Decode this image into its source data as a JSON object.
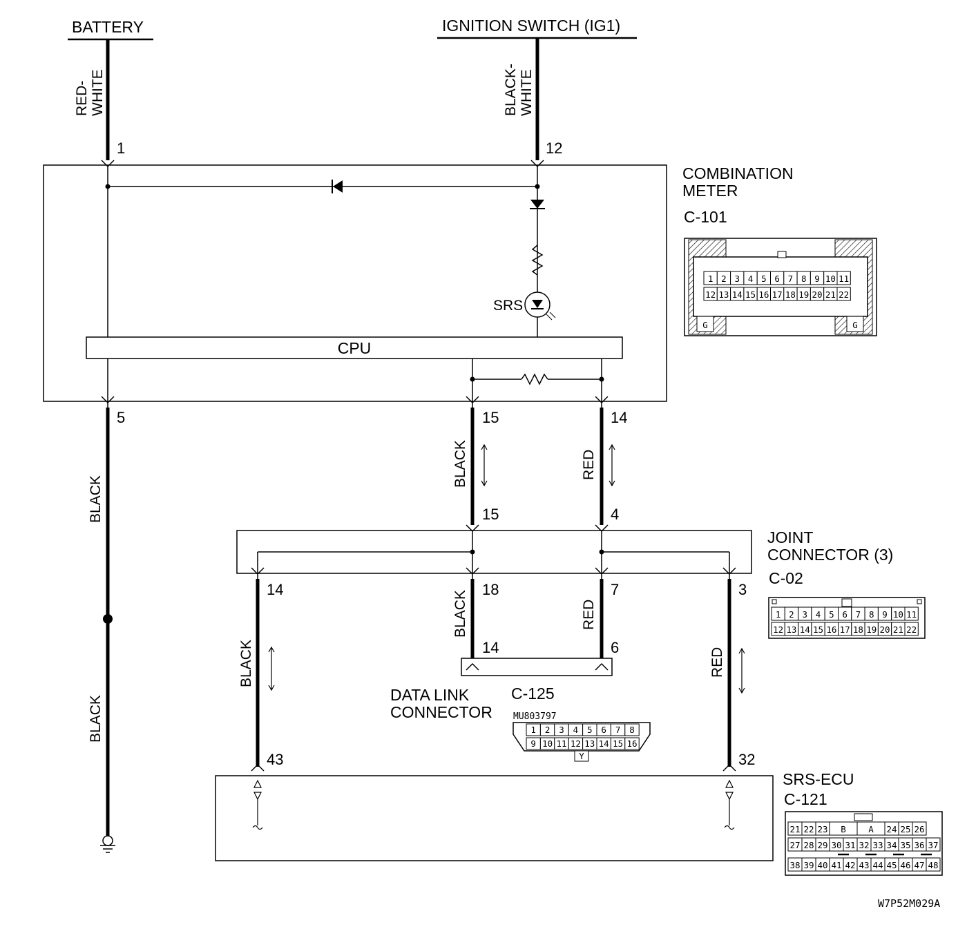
{
  "sources": {
    "battery": "BATTERY",
    "ignition": "IGNITION SWITCH (IG1)"
  },
  "combination_meter": {
    "name_line1": "COMBINATION",
    "name_line2": "METER",
    "code": "C-101",
    "cpu_label": "CPU",
    "srs_lamp_label": "SRS",
    "pins": {
      "battery": "1",
      "ignition": "12",
      "ground": "5",
      "p15": "15",
      "p14": "14"
    },
    "connector_row1": [
      "1",
      "2",
      "3",
      "4",
      "5",
      "6",
      "7",
      "8",
      "9",
      "10",
      "11"
    ],
    "connector_row2": [
      "12",
      "13",
      "14",
      "15",
      "16",
      "17",
      "18",
      "19",
      "20",
      "21",
      "22"
    ],
    "ground_marks": [
      "G",
      "G"
    ]
  },
  "joint_connector": {
    "name_line1": "JOINT",
    "name_line2": "CONNECTOR (3)",
    "code": "C-02",
    "pins": {
      "in_left": "15",
      "in_right": "4",
      "out_14": "14",
      "out_18": "18",
      "out_7": "7",
      "out_3": "3"
    },
    "connector_row1": [
      "1",
      "2",
      "3",
      "4",
      "5",
      "6",
      "7",
      "8",
      "9",
      "10",
      "11"
    ],
    "connector_row2": [
      "12",
      "13",
      "14",
      "15",
      "16",
      "17",
      "18",
      "19",
      "20",
      "21",
      "22"
    ]
  },
  "data_link_connector": {
    "name_line1": "DATA LINK",
    "name_line2": "CONNECTOR",
    "code": "C-125",
    "part_number": "MU803797",
    "pins": {
      "left": "14",
      "right": "6"
    },
    "connector_row1": [
      "1",
      "2",
      "3",
      "4",
      "5",
      "6",
      "7",
      "8"
    ],
    "connector_row2": [
      "9",
      "10",
      "11",
      "12",
      "13",
      "14",
      "15",
      "16"
    ],
    "key_mark": "Y"
  },
  "srs_ecu": {
    "name": "SRS-ECU",
    "code": "C-121",
    "pins": {
      "left": "43",
      "right": "32"
    },
    "connector_row1": [
      "21",
      "22",
      "23",
      "B",
      "A",
      "24",
      "25",
      "26"
    ],
    "connector_row2": [
      "27",
      "28",
      "29",
      "30",
      "31",
      "32",
      "33",
      "34",
      "35",
      "36",
      "37"
    ],
    "connector_row3": [
      "38",
      "39",
      "40",
      "41",
      "42",
      "43",
      "44",
      "45",
      "46",
      "47",
      "48"
    ]
  },
  "wires": {
    "battery_feed": "RED-WHITE",
    "battery_feed_line1": "RED-",
    "battery_feed_line2": "WHITE",
    "ignition_feed": "BLACK-WHITE",
    "ignition_feed_line1": "BLACK-",
    "ignition_feed_line2": "WHITE",
    "ground_upper": "BLACK",
    "ground_lower": "BLACK",
    "meter_to_joint_left": "BLACK",
    "meter_to_joint_right": "RED",
    "joint_to_dlc_left": "BLACK",
    "joint_to_dlc_right": "RED",
    "joint_to_ecu_left": "BLACK",
    "joint_to_ecu_right": "RED"
  },
  "figure_code": "W7P52M029A"
}
